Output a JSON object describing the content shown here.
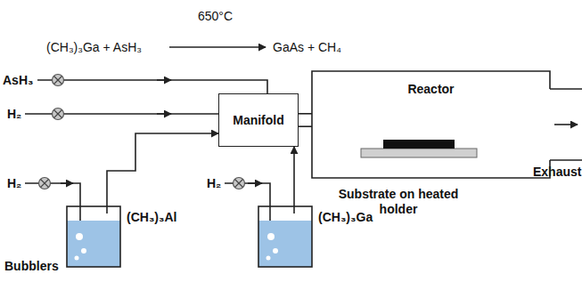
{
  "diagram": {
    "nodes": [
      {
        "text": [
          "Manifold"
        ]
      },
      {
        "text": [
          "Reactor"
        ]
      },
      {
        "text": [
          "(CH₃)₃Al"
        ]
      },
      {
        "text": [
          "(CH₃)₃Ga"
        ]
      }
    ],
    "edges": [
      {
        "from": 2,
        "to": 0,
        "arrow": "to"
      },
      {
        "from": 3,
        "to": 0,
        "arrow": "to"
      },
      {
        "from": 0,
        "to": 1,
        "arrow": "none"
      }
    ],
    "labels": [
      "(CH₃)₃Ga + AsH₃",
      "650°C",
      "GaAs + CH₄",
      "AsH₃",
      "H₂",
      "H₂",
      "H₂",
      "Bubblers",
      "Substrate on heated holder",
      "Exhaust"
    ]
  }
}
